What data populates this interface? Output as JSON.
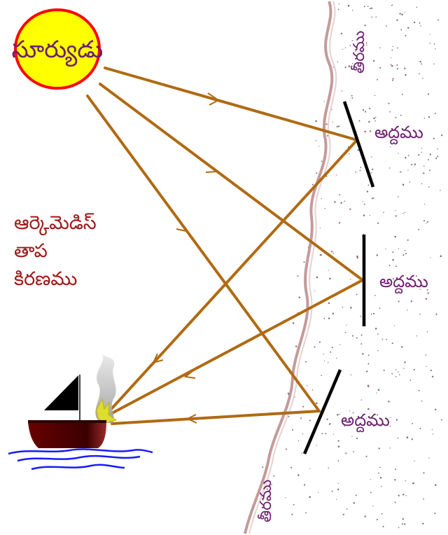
{
  "sun": {
    "label": "సూర్యుడు"
  },
  "title": {
    "line1": "ఆర్కెమెడిస్",
    "line2": "తాప",
    "line3": "కిరణము"
  },
  "mirrors": [
    {
      "label": "అద్దము"
    },
    {
      "label": "అద్దము"
    },
    {
      "label": "అద్దము"
    }
  ],
  "shore": [
    {
      "label": "తీరము"
    },
    {
      "label": "తీరము"
    }
  ],
  "colors": {
    "sun_fill": "#ffff00",
    "sun_border": "#ff0000",
    "ray": "#b06a12",
    "mirror": "#000000",
    "boat_hull": "#5a0000",
    "water": "#1a1aff",
    "shoreline": "#c49a9a",
    "title_text": "#a01818",
    "label_text": "#6b1f6e"
  }
}
